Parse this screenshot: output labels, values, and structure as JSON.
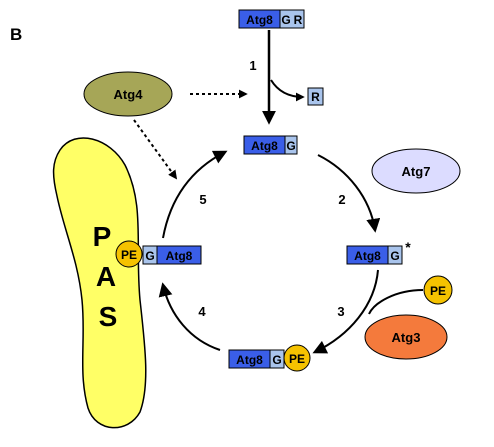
{
  "panel_label": "B",
  "pas_letters": [
    "P",
    "A",
    "S"
  ],
  "proteins": {
    "atg8": "Atg8",
    "atg4": "Atg4",
    "atg7": "Atg7",
    "atg3": "Atg3"
  },
  "residues": {
    "g": "G",
    "r": "R",
    "pe": "PE",
    "star": "*"
  },
  "steps": [
    "1",
    "2",
    "3",
    "4",
    "5"
  ],
  "colors": {
    "atg8_box": "#3a5ee8",
    "residue_box": "#a9c4ec",
    "pe_circle": "#f5c200",
    "pas": "#ffff66",
    "atg4": "#a6a657",
    "atg7": "#dcdcff",
    "atg3": "#f47a3c"
  }
}
